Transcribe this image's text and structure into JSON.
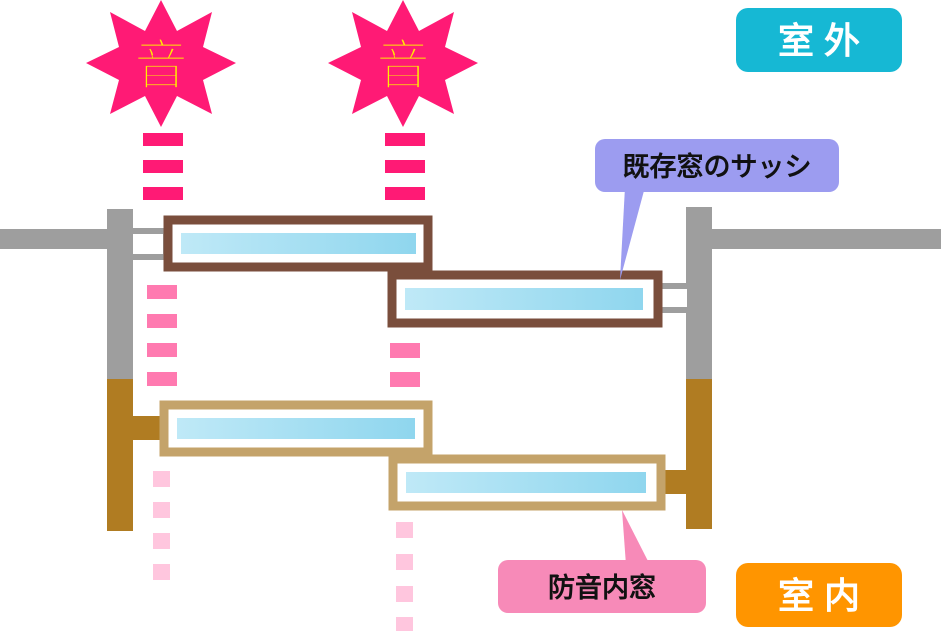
{
  "sound_bursts": [
    {
      "label": "音"
    },
    {
      "label": "音"
    }
  ],
  "labels": {
    "outdoor": "室 外",
    "indoor": "室 内",
    "existing_sash": "既存窓のサッシ",
    "inner_window": "防音内窓"
  },
  "colors": {
    "burst": "#ff1a75",
    "burst_text": "#ffee00",
    "outdoor_badge": "#16b8d4",
    "indoor_badge": "#ff9500",
    "existing_frame": "#7a4e3c",
    "inner_frame": "#c4a36a",
    "wall_outer": "#9e9e9e",
    "wall_inner": "#b07c22",
    "callout_existing": "#9c9cf0",
    "callout_inner": "#f78ab8",
    "dash_strong": "#ff1a75",
    "dash_mid": "#ff7ab0",
    "dash_light": "#ffc6de"
  }
}
